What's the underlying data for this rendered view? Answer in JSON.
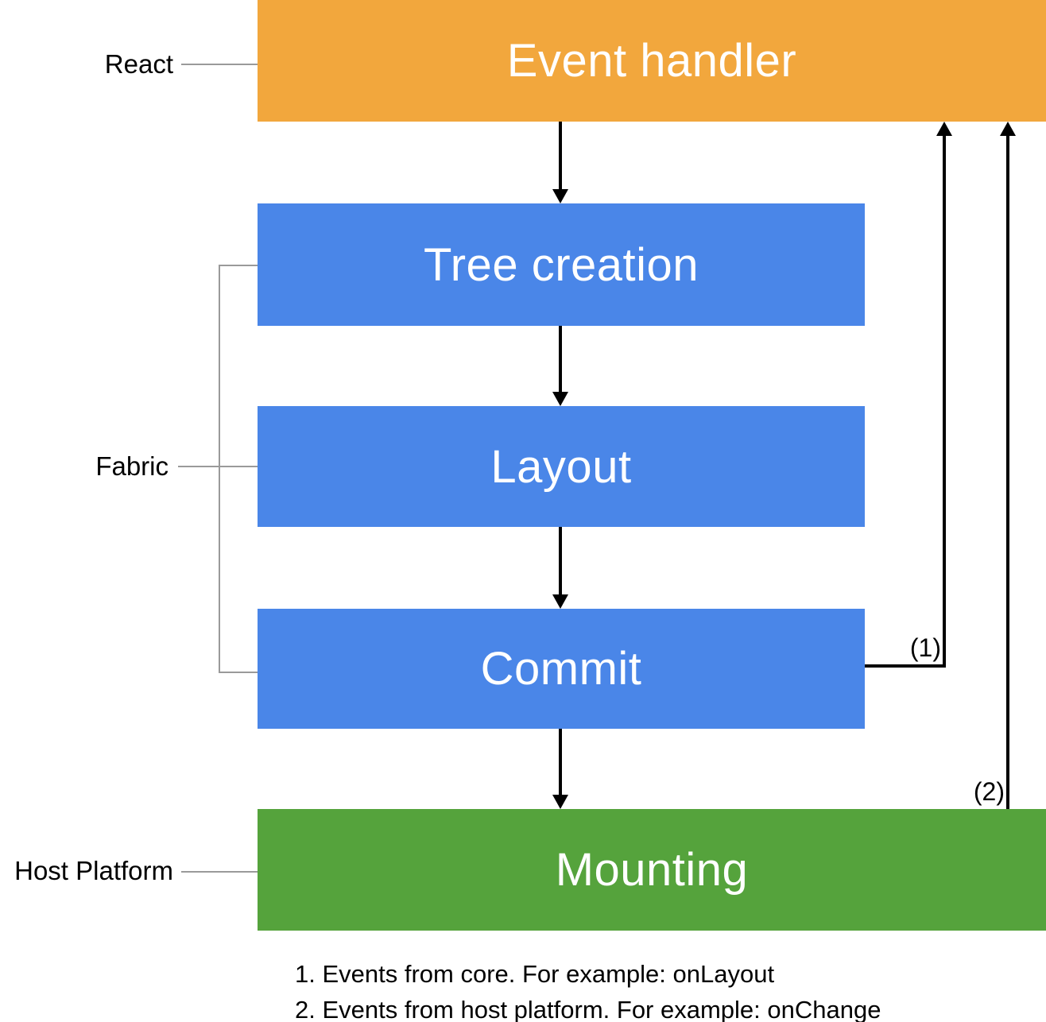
{
  "diagram": {
    "boxes": {
      "event_handler": {
        "label": "Event handler",
        "color": "#F2A73D"
      },
      "tree_creation": {
        "label": "Tree creation",
        "color": "#4A86E8"
      },
      "layout": {
        "label": "Layout",
        "color": "#4A86E8"
      },
      "commit": {
        "label": "Commit",
        "color": "#4A86E8"
      },
      "mounting": {
        "label": "Mounting",
        "color": "#55A33C"
      }
    },
    "side_labels": {
      "react": {
        "label": "React"
      },
      "fabric": {
        "label": "Fabric"
      },
      "host_platform": {
        "label": "Host Platform"
      }
    },
    "arrow_labels": {
      "one": "(1)",
      "two": "(2)"
    },
    "footnotes": {
      "line1": "1. Events from core. For example: onLayout",
      "line2": "2. Events from host platform. For example: onChange"
    },
    "colors": {
      "arrow": "#000000",
      "connector_gray": "#9a9a9a",
      "box_text": "#ffffff"
    }
  }
}
